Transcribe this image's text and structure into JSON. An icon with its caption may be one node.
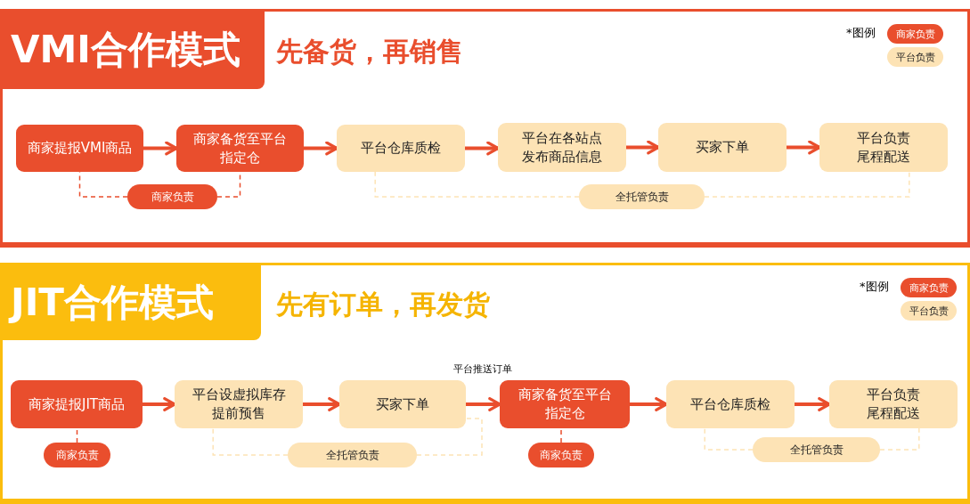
{
  "diagram": {
    "nodes": [
      {
        "text": [
          "VMI合作模式",
          "先备货，再销售"
        ]
      },
      {
        "text": [
          "商家提报VMI商品"
        ],
        "in": 0
      },
      {
        "text": [
          "商家备货至平台指定仓"
        ],
        "in": 0
      },
      {
        "text": [
          "平台仓库质检"
        ],
        "in": 0
      },
      {
        "text": [
          "平台在各站点发布商品信息"
        ],
        "in": 0
      },
      {
        "text": [
          "买家下单"
        ],
        "in": 0
      },
      {
        "text": [
          "平台负责尾程配送"
        ],
        "in": 0
      },
      {
        "text": [
          "商家负责"
        ],
        "in": 0
      },
      {
        "text": [
          "全托管负责"
        ],
        "in": 0
      },
      {
        "text": [
          "JIT合作模式",
          "先有订单，再发货"
        ]
      },
      {
        "text": [
          "商家提报JIT商品"
        ],
        "in": 9
      },
      {
        "text": [
          "平台设虚拟库存提前预售"
        ],
        "in": 9
      },
      {
        "text": [
          "买家下单"
        ],
        "in": 9
      },
      {
        "text": [
          "商家备货至平台指定仓"
        ],
        "in": 9
      },
      {
        "text": [
          "平台仓库质检"
        ],
        "in": 9
      },
      {
        "text": [
          "平台负责尾程配送"
        ],
        "in": 9
      },
      {
        "text": [
          "商家负责"
        ],
        "in": 9
      },
      {
        "text": [
          "全托管负责"
        ],
        "in": 9
      },
      {
        "text": [
          "商家负责"
        ],
        "in": 9
      },
      {
        "text": [
          "全托管负责"
        ],
        "in": 9
      }
    ],
    "edges": [
      {
        "from": 1,
        "to": 2,
        "arrow": "to",
        "style": "thick"
      },
      {
        "from": 2,
        "to": 3,
        "arrow": "to",
        "style": "thick"
      },
      {
        "from": 3,
        "to": 4,
        "arrow": "to",
        "style": "thick"
      },
      {
        "from": 4,
        "to": 5,
        "arrow": "to",
        "style": "thick"
      },
      {
        "from": 5,
        "to": 6,
        "arrow": "to",
        "style": "thick"
      },
      {
        "from": 7,
        "to": 1,
        "arrow": "none",
        "style": "dashed"
      },
      {
        "from": 7,
        "to": 2,
        "arrow": "none",
        "style": "dashed"
      },
      {
        "from": 8,
        "to": 3,
        "arrow": "none",
        "style": "dashed",
        "color": "#fde3b5"
      },
      {
        "from": 8,
        "to": 6,
        "arrow": "none",
        "style": "dashed",
        "color": "#fde3b5"
      },
      {
        "from": 10,
        "to": 11,
        "arrow": "to",
        "style": "thick"
      },
      {
        "from": 11,
        "to": 12,
        "arrow": "to",
        "style": "thick"
      },
      {
        "from": 12,
        "to": 13,
        "arrow": "to",
        "style": "thick",
        "label": "平台推送订单"
      },
      {
        "from": 13,
        "to": 14,
        "arrow": "to",
        "style": "thick"
      },
      {
        "from": 14,
        "to": 15,
        "arrow": "to",
        "style": "thick"
      },
      {
        "from": 16,
        "to": 10,
        "arrow": "none",
        "style": "dashed"
      },
      {
        "from": 17,
        "to": 11,
        "arrow": "none",
        "style": "dashed",
        "color": "#fde3b5"
      },
      {
        "from": 17,
        "to": 12,
        "arrow": "none",
        "style": "dashed",
        "color": "#fde3b5"
      },
      {
        "from": 18,
        "to": 13,
        "arrow": "none",
        "style": "dashed"
      },
      {
        "from": 19,
        "to": 14,
        "arrow": "none",
        "style": "dashed",
        "color": "#fde3b5"
      },
      {
        "from": 19,
        "to": 15,
        "arrow": "none",
        "style": "dashed",
        "color": "#fde3b5"
      }
    ],
    "labels": [
      "*图例",
      "*图例"
    ],
    "legend": [
      {
        "text": "商家负责",
        "color": "#e94e2d"
      },
      {
        "text": "平台负责",
        "color": "#fde3b5"
      },
      {
        "text": "商家负责",
        "color": "#e94e2d"
      },
      {
        "text": "平台负责",
        "color": "#fde3b5"
      }
    ]
  }
}
